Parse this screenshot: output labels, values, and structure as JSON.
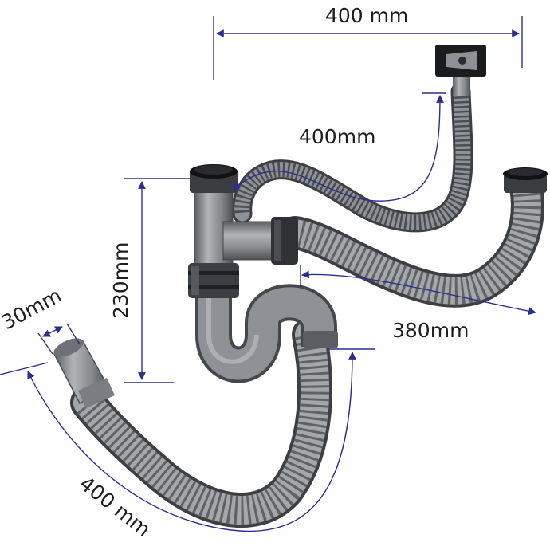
{
  "dimensions": {
    "overflow_width": "400 mm",
    "inlet_hose_length": "400mm",
    "height": "230mm",
    "outlet_diameter": "30mm",
    "side_hose_length": "380mm",
    "drain_hose_length": "400 mm"
  },
  "colors": {
    "pipe": "#8a8d92",
    "pipe_dark": "#55585c",
    "pipe_light": "#b7b9bc",
    "rubber": "#2b2b2d",
    "dimension_line": "#2d2e8c"
  }
}
